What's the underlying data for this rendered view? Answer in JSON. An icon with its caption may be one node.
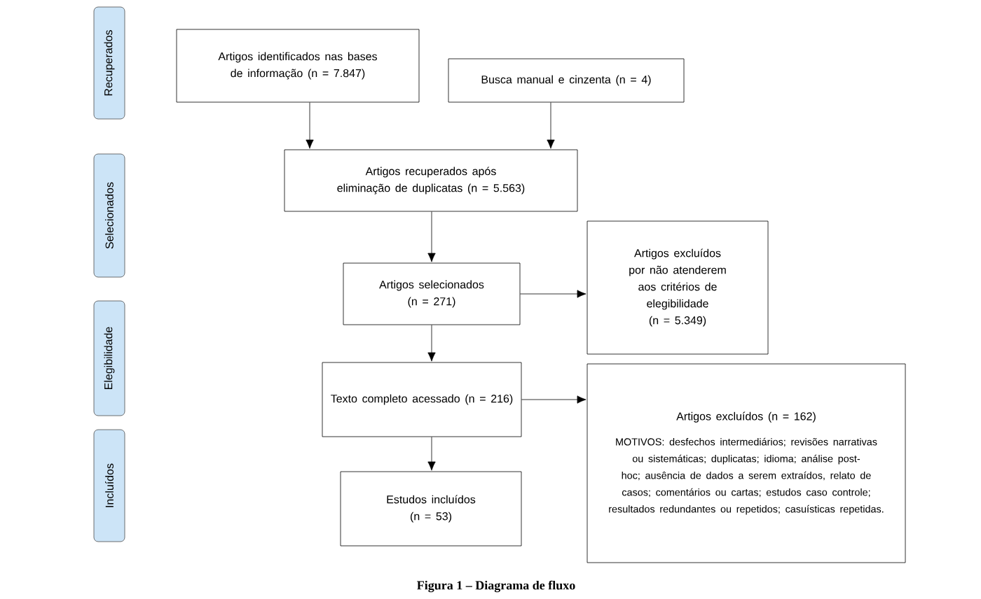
{
  "diagram": {
    "caption": "Figura 1 – Diagrama de fluxo",
    "nodes": [
      {
        "text": [
          "Artigos identificados nas bases de informação (n = 7.847)"
        ]
      },
      {
        "text": [
          "Busca manual e cinzenta (n = 4)"
        ]
      },
      {
        "text": [
          "Artigos recuperados após eliminação de duplicatas (n = 5.563)"
        ]
      },
      {
        "text": [
          "Artigos selecionados (n = 271)"
        ]
      },
      {
        "text": [
          "Artigos excluídos por não atenderem aos critérios de elegibilidade (n = 5.349)"
        ]
      },
      {
        "text": [
          "Texto completo acessado (n = 216)"
        ]
      },
      {
        "text": [
          "Artigos excluídos (n = 162)",
          "MOTIVOS: desfechos intermediários; revisões narrativas ou sistemáticas; duplicatas; idioma; análise post-hoc; ausência de dados a serem extraídos, relato de casos; comentários ou cartas; estudos caso controle; resultados redundantes ou repetidos; casuísticas repetidas."
        ]
      },
      {
        "text": [
          "Estudos incluídos (n = 53)"
        ]
      },
      {
        "text": [
          "Recuperados"
        ]
      },
      {
        "text": [
          "Selecionados"
        ]
      },
      {
        "text": [
          "Elegibilidade"
        ]
      },
      {
        "text": [
          "Incluídos"
        ]
      }
    ],
    "edges": [
      {
        "from": 0,
        "to": 2,
        "arrow": "to"
      },
      {
        "from": 1,
        "to": 2,
        "arrow": "to"
      },
      {
        "from": 2,
        "to": 3,
        "arrow": "to"
      },
      {
        "from": 3,
        "to": 4,
        "arrow": "to"
      },
      {
        "from": 3,
        "to": 5,
        "arrow": "to"
      },
      {
        "from": 5,
        "to": 6,
        "arrow": "to"
      },
      {
        "from": 5,
        "to": 7,
        "arrow": "to"
      }
    ]
  }
}
